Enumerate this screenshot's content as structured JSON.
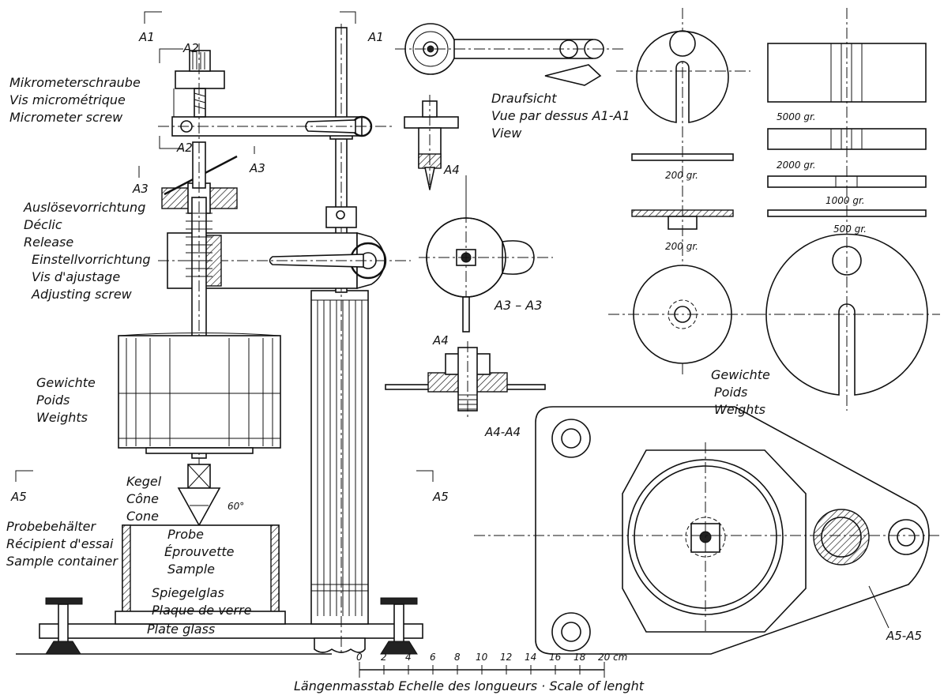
{
  "labels": {
    "micrometer_screw": [
      "Mikrometerschraube",
      "Vis micrométrique",
      "Micrometer screw"
    ],
    "release": [
      "Auslösevorrichtung",
      "Déclic",
      "Release"
    ],
    "adjusting_screw": [
      "Einstellvorrichtung",
      "Vis d'ajustage",
      "Adjusting screw"
    ],
    "weights_left": [
      "Gewichte",
      "Poids",
      "Weights"
    ],
    "cone": [
      "Kegel",
      "Cône",
      "Cone"
    ],
    "cone_angle": "60°",
    "sample_container": [
      "Probebehälter",
      "Récipient d'essai",
      "Sample container"
    ],
    "sample": [
      "Probe",
      "Éprouvette",
      "Sample"
    ],
    "plate_glass": [
      "Spiegelglas",
      "Plaque de verre",
      "Plate glass"
    ],
    "top_view": [
      "Draufsicht",
      "Vue par dessus A1-A1",
      "View"
    ],
    "weights_right": [
      "Gewichte",
      "Poids",
      "Weights"
    ]
  },
  "sections": {
    "a1": "A1",
    "a2": "A2",
    "a3": "A3",
    "a4": "A4",
    "a5": "A5",
    "a3_a3": "A3 – A3",
    "a4_a4": "A4-A4",
    "a5_a5": "A5-A5"
  },
  "weights": {
    "w5000": "5000 gr.",
    "w2000": "2000 gr.",
    "w1000": "1000 gr.",
    "w500": "500 gr.",
    "w200a": "200 gr.",
    "w200b": "200 gr."
  },
  "scale": {
    "ticks": [
      "0",
      "2",
      "4",
      "6",
      "8",
      "10",
      "12",
      "14",
      "16",
      "18",
      "20 cm"
    ],
    "caption": "Längenmasstab  Echelle des longueurs · Scale of lenght"
  },
  "icons": [
    "knurled-knob-icon",
    "section-arrow-icon",
    "scale-bar-icon"
  ]
}
